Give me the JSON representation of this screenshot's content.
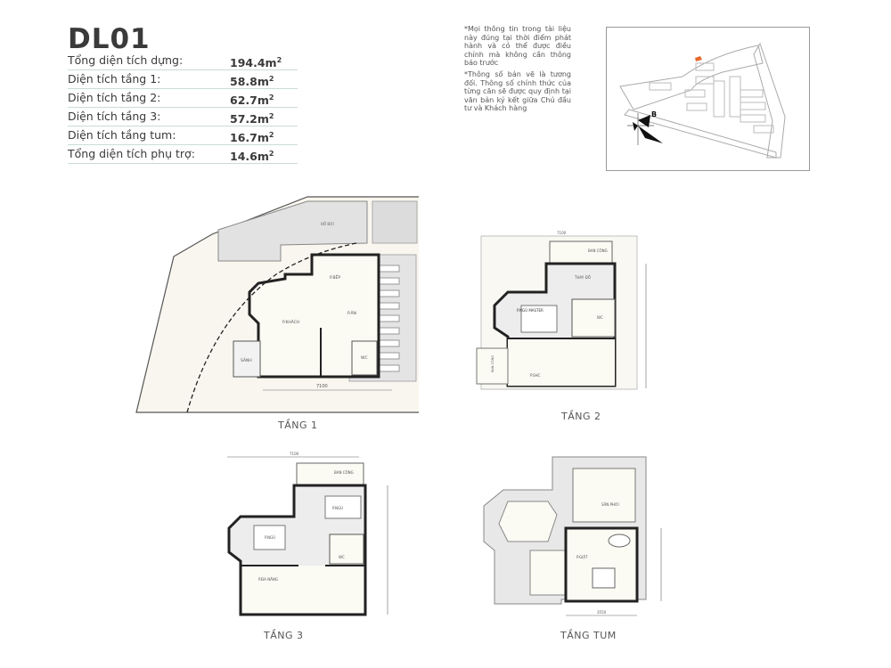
{
  "title": "DL01",
  "specs": [
    {
      "label": "Tổng diện tích dựng:",
      "value": "194.4m",
      "unit": "2"
    },
    {
      "label": "Diện tích tầng 1:",
      "value": "58.8m",
      "unit": "2"
    },
    {
      "label": "Diện tích tầng 2:",
      "value": "62.7m",
      "unit": "2"
    },
    {
      "label": "Diện tích tầng 3:",
      "value": "57.2m",
      "unit": "2"
    },
    {
      "label": "Diện tích tầng tum:",
      "value": "16.7m",
      "unit": "2"
    },
    {
      "label": "Tổng diện tích phụ trợ:",
      "value": "14.6m",
      "unit": "2"
    }
  ],
  "notes": [
    "*Mọi thông tin trong tài liệu này đúng tại thời điểm phát hành và có thể được điều chỉnh mà không cần thông báo trước",
    "*Thông số bản vẽ là tương đối. Thông số chính thức của từng căn sẽ được quy định tại văn bản ký kết giữa Chủ đầu tư và Khách hàng"
  ],
  "keymap": {
    "compass_label": "B",
    "highlight_color": "#e8692c"
  },
  "floors": {
    "f1": {
      "label": "TẦNG 1",
      "dim": "7100",
      "rooms": {
        "pool": "HỒ BƠI",
        "kitchen": "P.BẾP",
        "dining": "P.ĂN",
        "living": "P.KHÁCH",
        "hall": "SẢNH",
        "wc": "WC"
      }
    },
    "f2": {
      "label": "TẦNG 2",
      "dim": "7100",
      "rooms": {
        "balcony": "BAN CÔNG",
        "dressing": "THAY ĐỒ",
        "master": "P.NGỦ MASTER",
        "wc": "WC",
        "family": "P.SHC",
        "balcony2": "BAN CÔNG"
      }
    },
    "f3": {
      "label": "TẦNG 3",
      "dim": "7100",
      "rooms": {
        "balcony": "BAN CÔNG",
        "bed1": "P.NGỦ",
        "bed2": "P.NGỦ",
        "wc": "WC",
        "multi": "P.ĐA NĂNG"
      }
    },
    "tum": {
      "label": "TẦNG TUM",
      "dim": "3550",
      "rooms": {
        "terrace": "SÂN PHƠI",
        "laundry": "P.GIẶT"
      }
    }
  }
}
